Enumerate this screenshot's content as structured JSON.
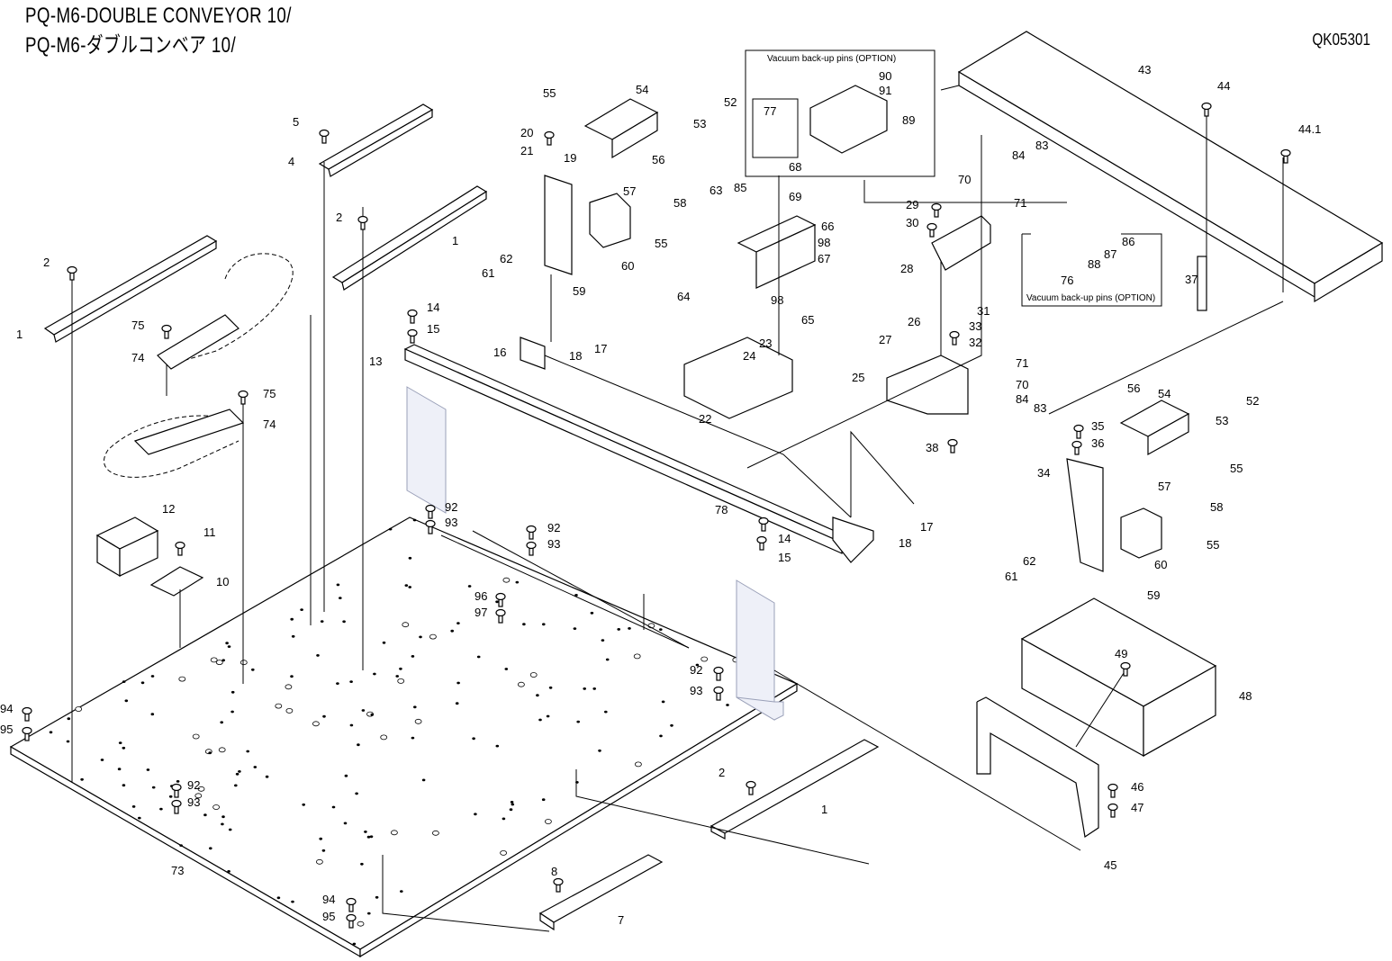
{
  "header": {
    "title_en": "PQ-M6-DOUBLE CONVEYOR 10/",
    "title_jp": "PQ-M6-ダブルコンベア 10/",
    "doc_id": "QK05301"
  },
  "option_boxes": [
    {
      "label": "Vacuum back-up pins (OPTION)",
      "parts": [
        "90",
        "91",
        "89",
        "77"
      ]
    },
    {
      "label": "Vacuum back-up pins (OPTION)",
      "parts": [
        "86",
        "87",
        "88",
        "76"
      ]
    }
  ],
  "callouts": [
    {
      "id": "c1a",
      "text": "1"
    },
    {
      "id": "c2a",
      "text": "2"
    },
    {
      "id": "c5",
      "text": "5"
    },
    {
      "id": "c4",
      "text": "4"
    },
    {
      "id": "c2b",
      "text": "2"
    },
    {
      "id": "c1b",
      "text": "1"
    },
    {
      "id": "c75a",
      "text": "75"
    },
    {
      "id": "c74a",
      "text": "74"
    },
    {
      "id": "c75b",
      "text": "75"
    },
    {
      "id": "c74b",
      "text": "74"
    },
    {
      "id": "c12",
      "text": "12"
    },
    {
      "id": "c11",
      "text": "11"
    },
    {
      "id": "c10",
      "text": "10"
    },
    {
      "id": "c55a",
      "text": "55"
    },
    {
      "id": "c54a",
      "text": "54"
    },
    {
      "id": "c52a",
      "text": "52"
    },
    {
      "id": "c53a",
      "text": "53"
    },
    {
      "id": "c20",
      "text": "20"
    },
    {
      "id": "c21",
      "text": "21"
    },
    {
      "id": "c19",
      "text": "19"
    },
    {
      "id": "c56a",
      "text": "56"
    },
    {
      "id": "c57a",
      "text": "57"
    },
    {
      "id": "c58a",
      "text": "58"
    },
    {
      "id": "c62a",
      "text": "62"
    },
    {
      "id": "c61a",
      "text": "61"
    },
    {
      "id": "c60a",
      "text": "60"
    },
    {
      "id": "c55b",
      "text": "55"
    },
    {
      "id": "c59a",
      "text": "59"
    },
    {
      "id": "c14a",
      "text": "14"
    },
    {
      "id": "c15a",
      "text": "15"
    },
    {
      "id": "c13",
      "text": "13"
    },
    {
      "id": "c16",
      "text": "16"
    },
    {
      "id": "c18a",
      "text": "18"
    },
    {
      "id": "c17a",
      "text": "17"
    },
    {
      "id": "c90",
      "text": "90"
    },
    {
      "id": "c91",
      "text": "91"
    },
    {
      "id": "c89",
      "text": "89"
    },
    {
      "id": "c77",
      "text": "77"
    },
    {
      "id": "c63",
      "text": "63"
    },
    {
      "id": "c85",
      "text": "85"
    },
    {
      "id": "c68",
      "text": "68"
    },
    {
      "id": "c69",
      "text": "69"
    },
    {
      "id": "c66",
      "text": "66"
    },
    {
      "id": "c98a",
      "text": "98"
    },
    {
      "id": "c67",
      "text": "67"
    },
    {
      "id": "c64",
      "text": "64"
    },
    {
      "id": "c98b",
      "text": "98"
    },
    {
      "id": "c65",
      "text": "65"
    },
    {
      "id": "c23",
      "text": "23"
    },
    {
      "id": "c24",
      "text": "24"
    },
    {
      "id": "c22",
      "text": "22"
    },
    {
      "id": "c43",
      "text": "43"
    },
    {
      "id": "c44",
      "text": "44"
    },
    {
      "id": "c44_1",
      "text": "44.1"
    },
    {
      "id": "c84a",
      "text": "84"
    },
    {
      "id": "c83a",
      "text": "83"
    },
    {
      "id": "c70a",
      "text": "70"
    },
    {
      "id": "c71a",
      "text": "71"
    },
    {
      "id": "c29",
      "text": "29"
    },
    {
      "id": "c30",
      "text": "30"
    },
    {
      "id": "c28",
      "text": "28"
    },
    {
      "id": "c86",
      "text": "86"
    },
    {
      "id": "c87",
      "text": "87"
    },
    {
      "id": "c88",
      "text": "88"
    },
    {
      "id": "c76",
      "text": "76"
    },
    {
      "id": "c31",
      "text": "31"
    },
    {
      "id": "c33",
      "text": "33"
    },
    {
      "id": "c32",
      "text": "32"
    },
    {
      "id": "c37",
      "text": "37"
    },
    {
      "id": "c26",
      "text": "26"
    },
    {
      "id": "c27",
      "text": "27"
    },
    {
      "id": "c25",
      "text": "25"
    },
    {
      "id": "c71b",
      "text": "71"
    },
    {
      "id": "c70b",
      "text": "70"
    },
    {
      "id": "c84b",
      "text": "84"
    },
    {
      "id": "c83b",
      "text": "83"
    },
    {
      "id": "c38",
      "text": "38"
    },
    {
      "id": "c56b",
      "text": "56"
    },
    {
      "id": "c54b",
      "text": "54"
    },
    {
      "id": "c52b",
      "text": "52"
    },
    {
      "id": "c53b",
      "text": "53"
    },
    {
      "id": "c35",
      "text": "35"
    },
    {
      "id": "c36",
      "text": "36"
    },
    {
      "id": "c34",
      "text": "34"
    },
    {
      "id": "c57b",
      "text": "57"
    },
    {
      "id": "c58b",
      "text": "58"
    },
    {
      "id": "c55c",
      "text": "55"
    },
    {
      "id": "c55d",
      "text": "55"
    },
    {
      "id": "c60b",
      "text": "60"
    },
    {
      "id": "c62b",
      "text": "62"
    },
    {
      "id": "c61b",
      "text": "61"
    },
    {
      "id": "c59b",
      "text": "59"
    },
    {
      "id": "c17b",
      "text": "17"
    },
    {
      "id": "c18b",
      "text": "18"
    },
    {
      "id": "c92a",
      "text": "92"
    },
    {
      "id": "c93a",
      "text": "93"
    },
    {
      "id": "c92b",
      "text": "92"
    },
    {
      "id": "c93b",
      "text": "93"
    },
    {
      "id": "c96",
      "text": "96"
    },
    {
      "id": "c97",
      "text": "97"
    },
    {
      "id": "c78",
      "text": "78"
    },
    {
      "id": "c14b",
      "text": "14"
    },
    {
      "id": "c15b",
      "text": "15"
    },
    {
      "id": "c92c",
      "text": "92"
    },
    {
      "id": "c93c",
      "text": "93"
    },
    {
      "id": "c94a",
      "text": "94"
    },
    {
      "id": "c95a",
      "text": "95"
    },
    {
      "id": "c92d",
      "text": "92"
    },
    {
      "id": "c93d",
      "text": "93"
    },
    {
      "id": "c73",
      "text": "73"
    },
    {
      "id": "c94b",
      "text": "94"
    },
    {
      "id": "c95b",
      "text": "95"
    },
    {
      "id": "c2c",
      "text": "2"
    },
    {
      "id": "c1c",
      "text": "1"
    },
    {
      "id": "c8",
      "text": "8"
    },
    {
      "id": "c7",
      "text": "7"
    },
    {
      "id": "c49",
      "text": "49"
    },
    {
      "id": "c48",
      "text": "48"
    },
    {
      "id": "c46",
      "text": "46"
    },
    {
      "id": "c47",
      "text": "47"
    },
    {
      "id": "c45",
      "text": "45"
    }
  ]
}
